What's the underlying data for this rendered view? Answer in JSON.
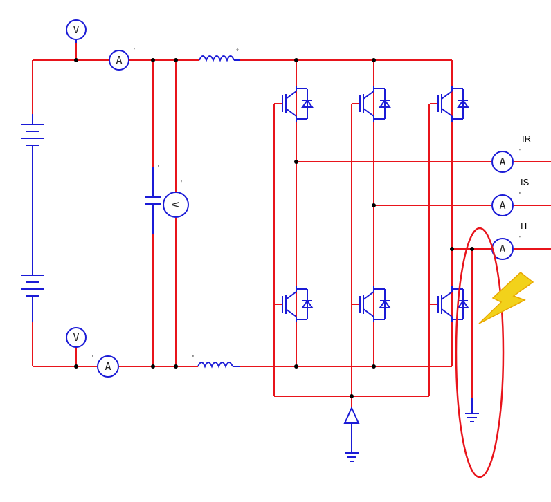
{
  "meters": {
    "v_top": "V",
    "a_top": "A",
    "v_bottom": "V",
    "a_bottom": "A",
    "v_cap": "V",
    "a_r": "A",
    "a_s": "A",
    "a_t": "A"
  },
  "phase_labels": {
    "r": "IR",
    "s": "IS",
    "t": "IT"
  },
  "colors": {
    "wire": "#e8141b",
    "component": "#1b1bd6",
    "fault_ellipse": "#e8141b",
    "lightning_fill": "#f2d21b",
    "lightning_stroke": "#e8a600"
  }
}
